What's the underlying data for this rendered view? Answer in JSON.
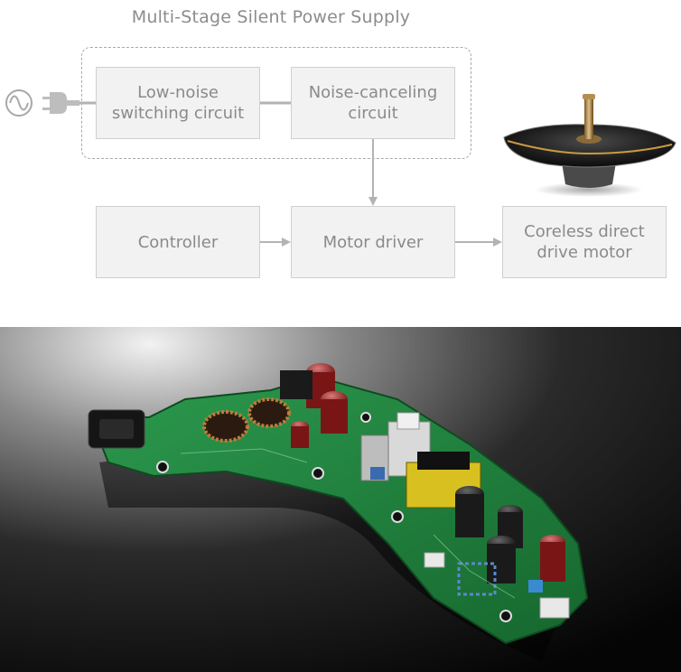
{
  "diagram": {
    "title": "Multi-Stage Silent Power Supply",
    "blocks": {
      "low_noise": "Low-noise\nswitching circuit",
      "noise_cancel": "Noise-canceling\ncircuit",
      "controller": "Controller",
      "motor_driver": "Motor driver",
      "coreless_motor": "Coreless direct\ndrive motor"
    },
    "icons": {
      "ac_source": "ac-sine-icon",
      "plug": "power-plug-icon"
    },
    "colors": {
      "block_fill": "#f2f2f2",
      "block_border": "#cfcfcf",
      "text": "#8a8a8a",
      "connector": "#b3b3b3",
      "pcb_green": "#1f7a3a"
    }
  }
}
